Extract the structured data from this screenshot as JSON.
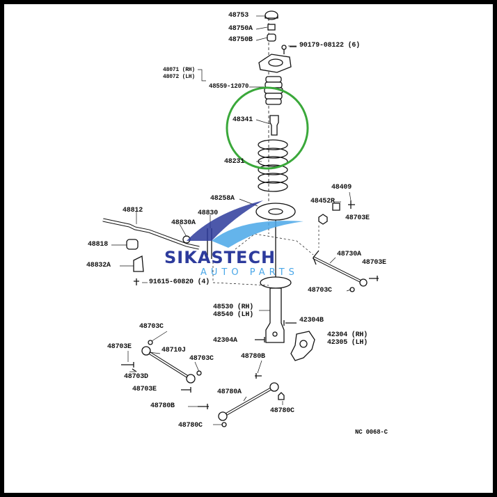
{
  "diagram": {
    "highlight_color": "#3aa83a",
    "line_color": "#111111",
    "part_labels": {
      "p48753": "48753",
      "p48750a": "48750A",
      "p48750b": "48750B",
      "p90179": "90179-08122 (6)",
      "p48071": "48071 (RH)",
      "p48072": "48072 (LH)",
      "p48559": "48559-12070",
      "p48341": "48341",
      "p48231": "48231",
      "p48258a": "48258A",
      "p48409": "48409",
      "p48452r": "48452R",
      "p48703e_r1": "48703E",
      "p48812": "48812",
      "p48830": "48830",
      "p48830a": "48830A",
      "p48818": "48818",
      "p48832a": "48832A",
      "p91615": "91615-60820 (4)",
      "p48730a": "48730A",
      "p48703e_r2": "48703E",
      "p48703c_r": "48703C",
      "p48530": "48530 (RH)",
      "p48540": "48540 (LH)",
      "p42304b": "42304B",
      "p42304a": "42304A",
      "p42304": "42304 (RH)",
      "p42305": "42305 (LH)",
      "p48703c_l1": "48703C",
      "p48703e_l1": "48703E",
      "p48710j": "48710J",
      "p48703c_l2": "48703C",
      "p48703d": "48703D",
      "p48703e_l2": "48703E",
      "p48780b_top": "48780B",
      "p48780a": "48780A",
      "p48780b_bot": "48780B",
      "p48780c_r": "48780C",
      "p48780c_b": "48780C",
      "code": "NC 0068-C"
    }
  },
  "watermark": {
    "brand": "SIKASTECH",
    "tagline": "AUTO PARTS",
    "color_primary": "#2d3b9c",
    "color_secondary": "#4aa7e8"
  }
}
